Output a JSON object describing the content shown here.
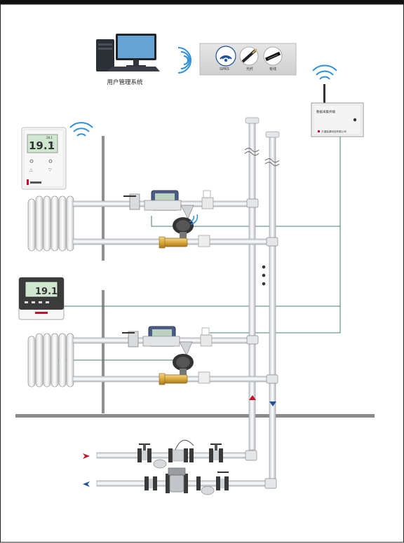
{
  "computer": {
    "label": "用户管理系统"
  },
  "comm_panel": {
    "items": [
      {
        "label": "GPRS"
      },
      {
        "label": "光纤"
      },
      {
        "label": "有线"
      }
    ]
  },
  "concentrator": {
    "title": "数据采集终端",
    "brand": "万重能源科技有限公司"
  },
  "thermostats": [
    {
      "reading": "19.1",
      "unit": "℃",
      "small_reading": "28.1"
    },
    {
      "reading": "19.1",
      "unit": ""
    }
  ],
  "colors": {
    "supply_arrow": "#c8102e",
    "return_arrow": "#1f4fa3",
    "pipe": "#9aa0a6",
    "wall": "#888888",
    "signal_line": "#3f7f6f",
    "wifi": "#2f8fd8",
    "floor": "#8a8a8a"
  }
}
